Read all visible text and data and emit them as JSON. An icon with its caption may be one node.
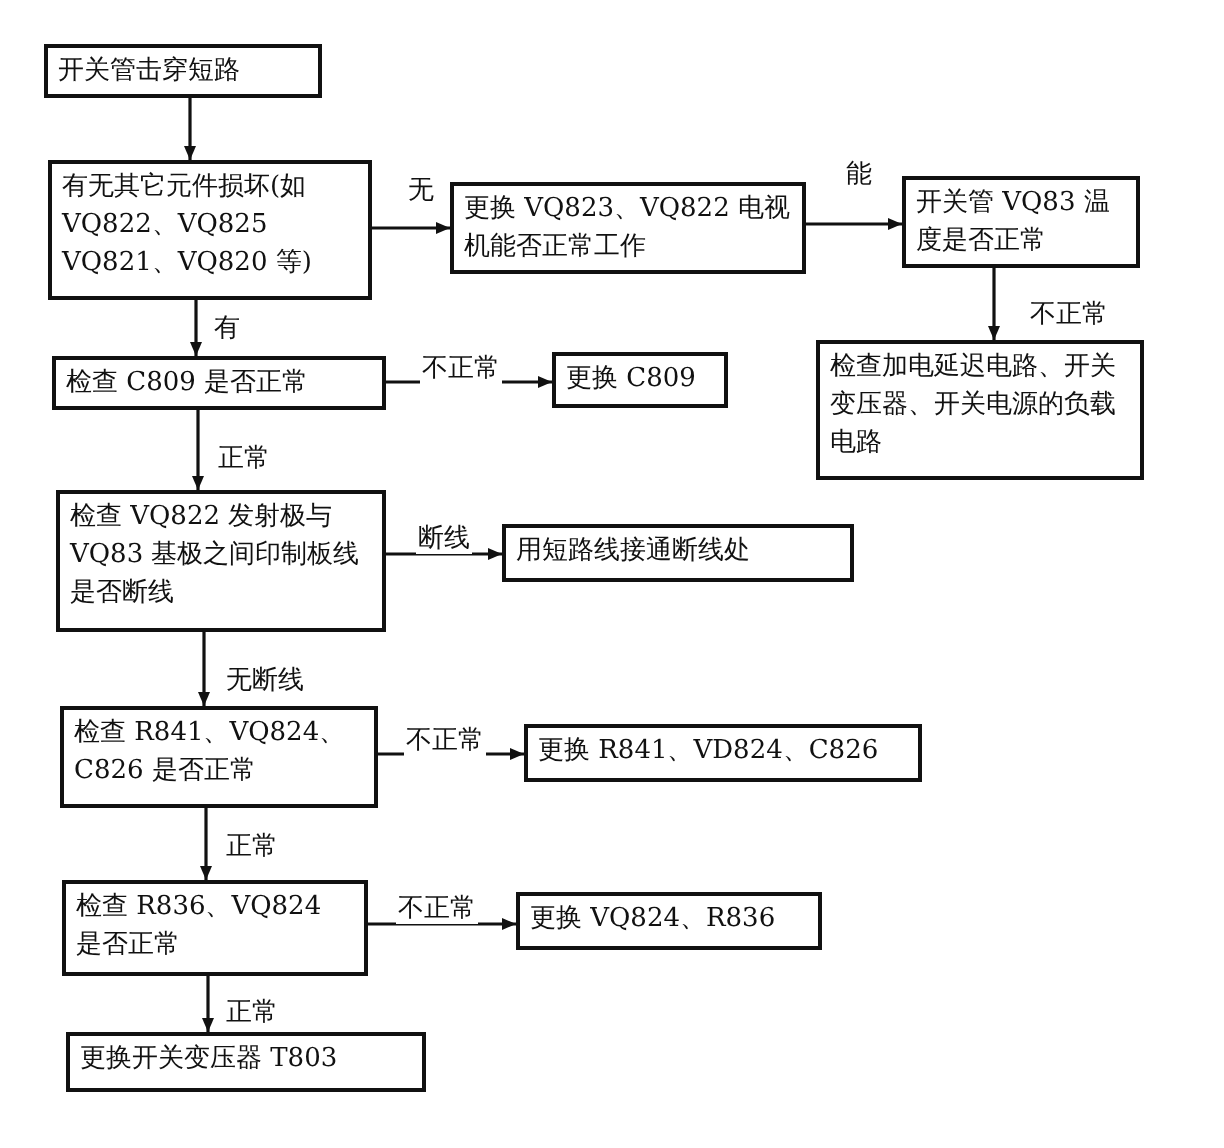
{
  "diagram": {
    "nodes": [
      {
        "text": [
          "开关管击穿短路"
        ]
      },
      {
        "text": [
          "有无其它元件损坏(如 VQ822、VQ825 VQ821、VQ820 等)"
        ]
      },
      {
        "text": [
          "更换 VQ823、VQ822 电视机能否正常工作"
        ]
      },
      {
        "text": [
          "开关管 VQ83 温度是否正常"
        ]
      },
      {
        "text": [
          "检查加电延迟电路、开关变压器、开关电源的负载电路"
        ]
      },
      {
        "text": [
          "检查 C809 是否正常"
        ]
      },
      {
        "text": [
          "更换 C809"
        ]
      },
      {
        "text": [
          "检查 VQ822 发射极与 VQ83 基极之间印制板线是否断线"
        ]
      },
      {
        "text": [
          "用短路线接通断线处"
        ]
      },
      {
        "text": [
          "检查 R841、VQ824、C826 是否正常"
        ]
      },
      {
        "text": [
          "更换 R841、VD824、C826"
        ]
      },
      {
        "text": [
          "检查 R836、VQ824 是否正常"
        ]
      },
      {
        "text": [
          "更换 VQ824、R836"
        ]
      },
      {
        "text": [
          "更换开关变压器 T803"
        ]
      }
    ],
    "edges": [
      {
        "from": 0,
        "to": 1,
        "arrow": "to"
      },
      {
        "from": 1,
        "to": 2,
        "arrow": "to",
        "label": "无"
      },
      {
        "from": 2,
        "to": 3,
        "arrow": "to",
        "label": "能"
      },
      {
        "from": 3,
        "to": 4,
        "arrow": "to",
        "label": "不正常"
      },
      {
        "from": 1,
        "to": 5,
        "arrow": "to",
        "label": "有"
      },
      {
        "from": 5,
        "to": 6,
        "arrow": "to",
        "label": "不正常"
      },
      {
        "from": 5,
        "to": 7,
        "arrow": "to",
        "label": "正常"
      },
      {
        "from": 7,
        "to": 8,
        "arrow": "to",
        "label": "断线"
      },
      {
        "from": 7,
        "to": 9,
        "arrow": "to",
        "label": "无断线"
      },
      {
        "from": 9,
        "to": 10,
        "arrow": "to",
        "label": "不正常"
      },
      {
        "from": 9,
        "to": 11,
        "arrow": "to",
        "label": "正常"
      },
      {
        "from": 11,
        "to": 12,
        "arrow": "to",
        "label": "不正常"
      },
      {
        "from": 11,
        "to": 13,
        "arrow": "to",
        "label": "正常"
      }
    ]
  }
}
